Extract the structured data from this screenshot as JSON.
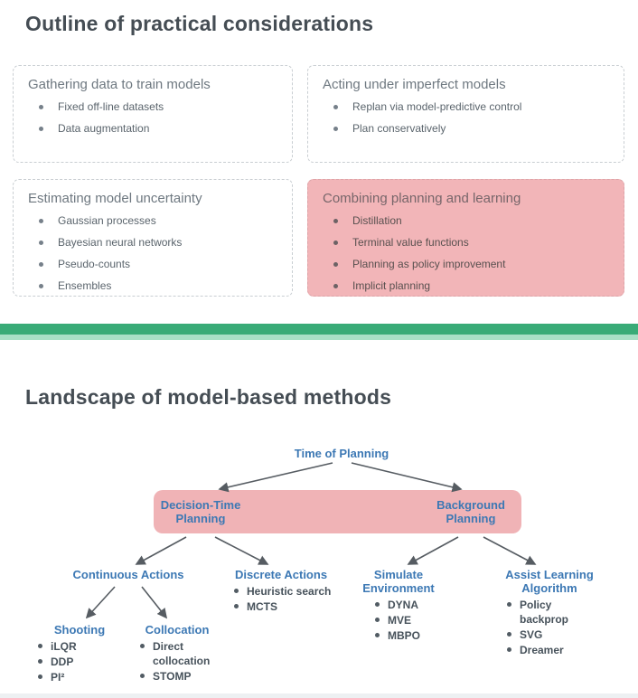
{
  "slide1": {
    "title": "Outline of practical considerations",
    "boxes": [
      {
        "title": "Gathering data to train models",
        "items": [
          "Fixed off-line datasets",
          "Data augmentation"
        ]
      },
      {
        "title": "Acting under imperfect models",
        "items": [
          "Replan via model-predictive control",
          "Plan conservatively"
        ]
      },
      {
        "title": "Estimating model uncertainty",
        "items": [
          "Gaussian processes",
          "Bayesian neural networks",
          "Pseudo-counts",
          "Ensembles"
        ]
      },
      {
        "title": "Combining planning and learning",
        "items": [
          "Distillation",
          "Terminal value functions",
          "Planning as policy improvement",
          "Implicit planning"
        ]
      }
    ]
  },
  "slide2": {
    "title": "Landscape of model-based methods",
    "tree": {
      "root_label": "Time of Planning",
      "decision_time_label": "Decision-Time Planning",
      "background_label": "Background Planning",
      "continuous_label": "Continuous Actions",
      "discrete_label": "Discrete Actions",
      "discrete_items": [
        "Heuristic search",
        "MCTS"
      ],
      "simulate_label": "Simulate Environment",
      "simulate_items": [
        "DYNA",
        "MVE",
        "MBPO"
      ],
      "assist_label": "Assist Learning Algorithm",
      "assist_items": [
        "Policy backprop",
        "SVG",
        "Dreamer"
      ],
      "shooting_label": "Shooting",
      "shooting_items": [
        "iLQR",
        "DDP",
        "PI²"
      ],
      "collocation_label": "Collocation",
      "collocation_items": [
        "Direct collocation",
        "STOMP"
      ]
    }
  },
  "colors": {
    "highlight_pink": "#f2b5b8",
    "tree_pink_band": "#f0b3b6",
    "node_blue": "#3c78b4",
    "divider_green": "#39ab77",
    "divider_light_green": "#a9e0c6",
    "title_gray": "#454d54"
  }
}
